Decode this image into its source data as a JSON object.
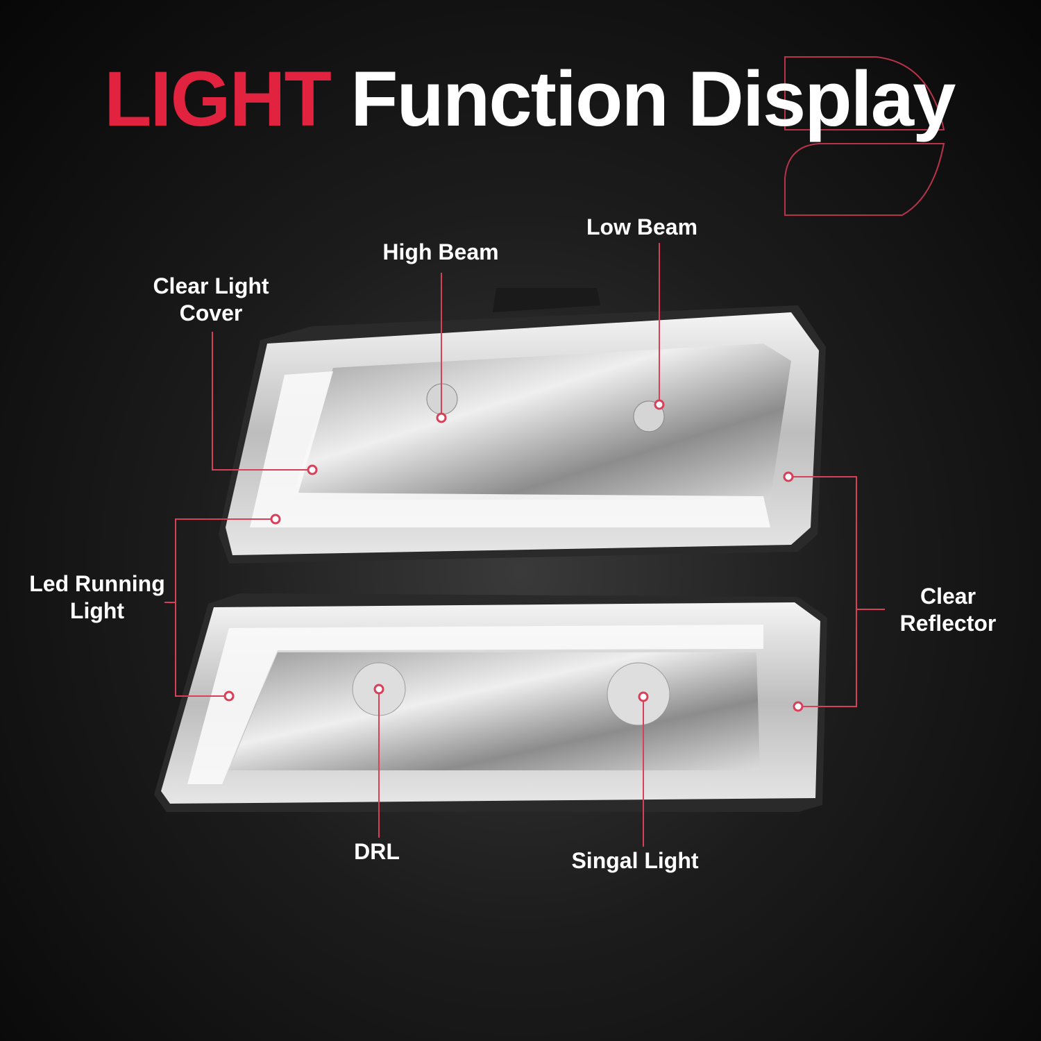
{
  "title": {
    "accent": "LIGHT",
    "rest": "Function Display"
  },
  "colors": {
    "accent": "#e1233f",
    "callout": "#d8405a",
    "background": "#1c1c1c"
  },
  "callouts": {
    "clear_light_cover": [
      "Clear Light",
      "Cover"
    ],
    "high_beam": "High Beam",
    "low_beam": "Low Beam",
    "led_running_light": [
      "Led Running",
      "Light"
    ],
    "clear_reflector": [
      "Clear",
      "Reflector"
    ],
    "drl": "DRL",
    "signal_light": "Singal Light"
  }
}
